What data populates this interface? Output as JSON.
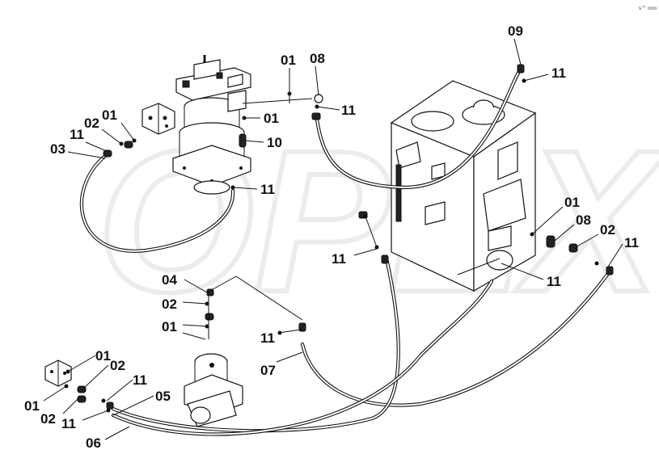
{
  "watermark": "OPEX",
  "corner_mark": "s™ ooo",
  "callouts": {
    "c01_top": "01",
    "c08_top": "08",
    "c09": "09",
    "c11_topright": "11",
    "c01_swivel": "01",
    "c11_mid": "11",
    "c02_left": "02",
    "c01_left": "01",
    "c11_left": "11",
    "c10": "10",
    "c03": "03",
    "c11_swivelbase": "11",
    "c01_right": "01",
    "c08_right": "08",
    "c02_right": "02",
    "c11_far_right": "11",
    "c11_tank": "11",
    "c11_tankbase": "11",
    "c04": "04",
    "c02_mid": "02",
    "c01_mid": "01",
    "c11_center": "11",
    "c07": "07",
    "c01_bl": "01",
    "c02_bl": "02",
    "c11_bl": "11",
    "c05": "05",
    "c01_bl2": "01",
    "c02_bl2": "02",
    "c11_bl2": "11",
    "c06": "06"
  }
}
